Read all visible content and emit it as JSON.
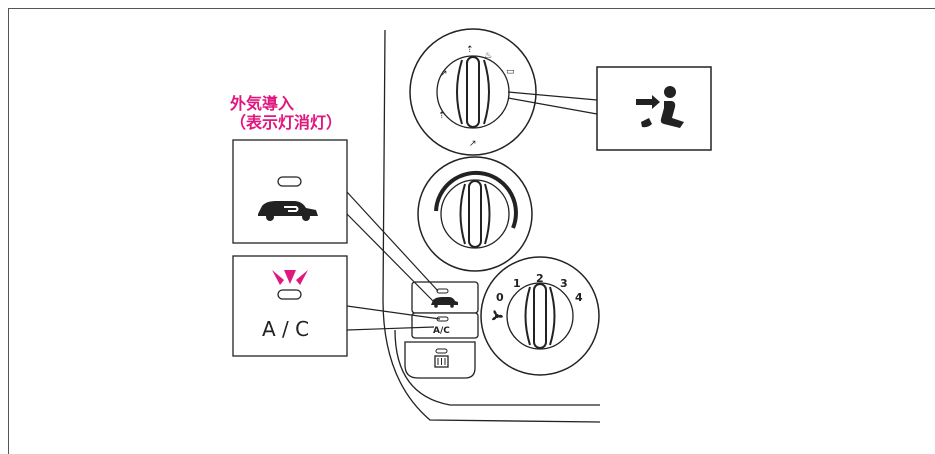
{
  "callout": {
    "line1": "外気導入",
    "line2": "（表示灯消灯）"
  },
  "buttons": {
    "ac_large_label": "A / C",
    "ac_small_label": "A/C"
  },
  "fan_speed_labels": [
    "0",
    "1",
    "2",
    "3",
    "4"
  ],
  "colors": {
    "accent": "#e0177f",
    "line": "#222222"
  },
  "icons": {
    "recirc": "outside-air-car-icon",
    "airflow": "face-vent-airflow-icon",
    "fan": "fan-icon",
    "defrost": "rear-defogger-icon"
  }
}
